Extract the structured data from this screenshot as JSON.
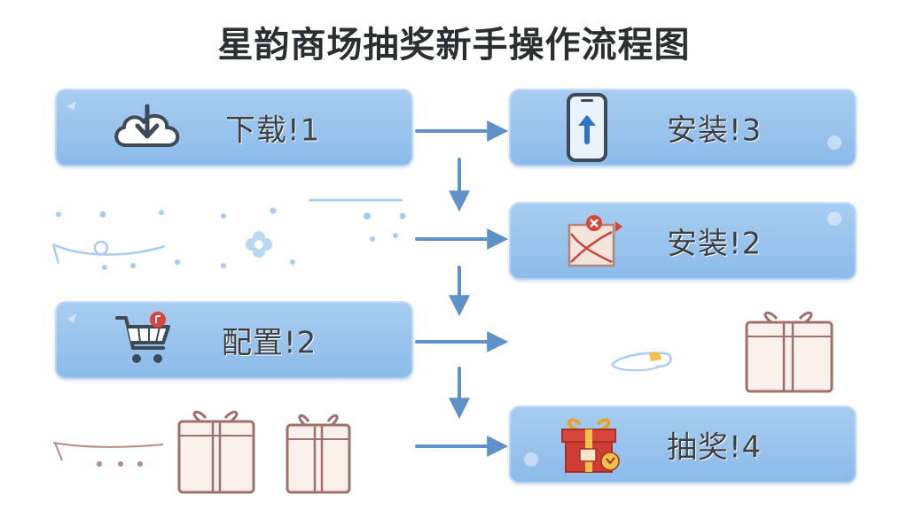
{
  "title": "星韵商场抽奖新手操作流程图",
  "steps": [
    {
      "label": "下载!1",
      "icon": "cloud-download-icon"
    },
    {
      "label": "安装!3",
      "icon": "phone-upload-icon"
    },
    {
      "label": "安装!2",
      "icon": "envelope-icon"
    },
    {
      "label": "配置!2",
      "icon": "shopping-cart-icon"
    },
    {
      "label": "抽奖!4",
      "icon": "gift-box-icon"
    }
  ],
  "colors": {
    "box_fill": "#9cc6ee",
    "arrow": "#5f92c9",
    "title": "#2b2f33",
    "gift_outline": "#a0706b"
  }
}
